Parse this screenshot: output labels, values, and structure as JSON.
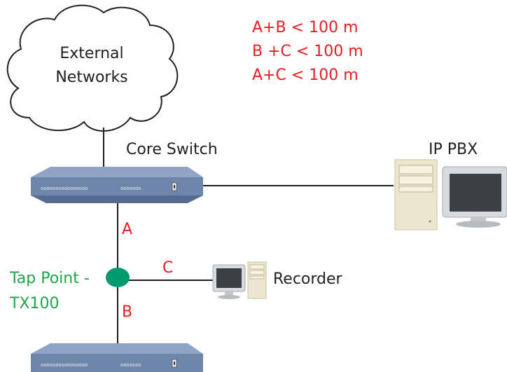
{
  "cloud": {
    "line1": "External",
    "line2": "Networks"
  },
  "constraints": [
    "A+B < 100 m",
    "B +C < 100 m",
    "A+C < 100 m"
  ],
  "nodes": {
    "core_switch": "Core Switch",
    "ip_pbx": "IP PBX",
    "recorder": "Recorder",
    "tap_point_line1": "Tap Point -",
    "tap_point_line2": "TX100"
  },
  "segments": {
    "a": "A",
    "b": "B",
    "c": "C"
  },
  "switch_ports": {
    "group1": "oooooooooooooooo",
    "group2": "ooooooo"
  },
  "colors": {
    "constraint_text": "#e31e24",
    "tap_point": "#009a70",
    "tap_label": "#1fa44a",
    "switch_body": "#6f86ab",
    "link_line": "#231f20"
  }
}
